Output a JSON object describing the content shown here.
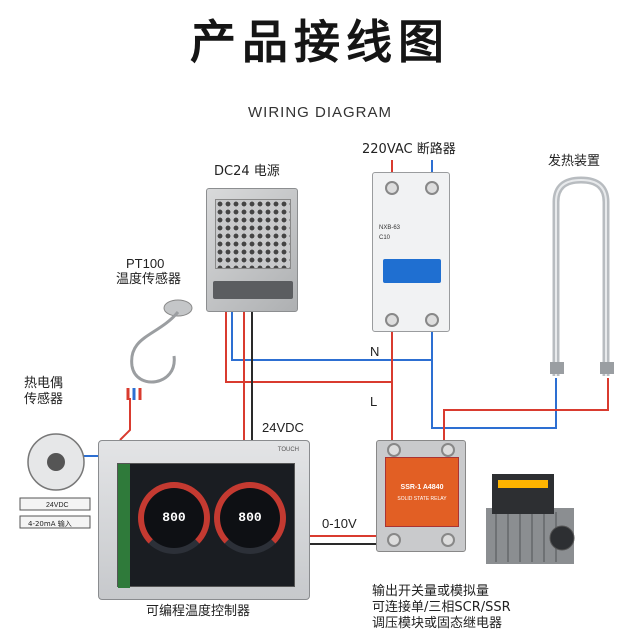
{
  "title": "产品接线图",
  "subtitle": "WIRING DIAGRAM",
  "labels": {
    "psu": "DC24 电源",
    "breaker": "220VAC 断路器",
    "heater": "发热装置",
    "pt100_line1": "PT100",
    "pt100_line2": "温度传感器",
    "tc_line1": "热电偶",
    "tc_line2": "传感器",
    "n": "N",
    "l": "L",
    "dc24v": "24VDC",
    "analog": "0-10V",
    "controller": "可编程温度控制器",
    "output_line1": "输出开关量或模拟量",
    "output_line2": "可连接单/三相SCR/SSR",
    "output_line3": "调压模块或固态继电器"
  },
  "device_text": {
    "breaker_model": "NXB-63",
    "breaker_rating": "C10",
    "ssr_model": "SSR-1 A4840",
    "ssr_type": "SOLID STATE RELAY",
    "controller_brand": "TOUCH",
    "gauge1_value": "800",
    "gauge2_value": "800",
    "tc_v": "24VDC",
    "tc_ma": "4-20mA 输入"
  },
  "colors": {
    "wire_red": "#d93b2f",
    "wire_blue": "#2d6fd2",
    "wire_black": "#2a2a2a",
    "accent_orange": "#e25f24"
  }
}
